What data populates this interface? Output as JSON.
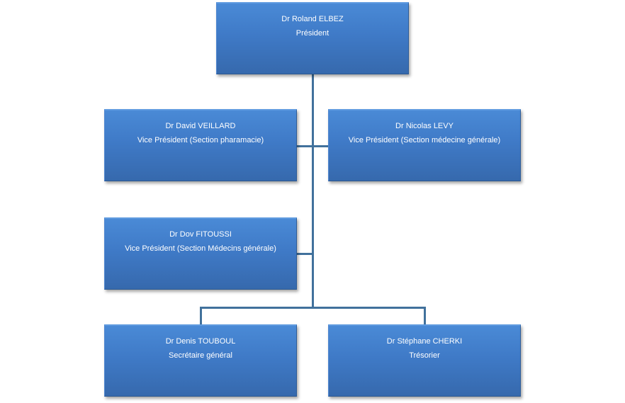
{
  "org_chart": {
    "president": {
      "name": "Dr Roland ELBEZ",
      "role": "Président"
    },
    "vp_pharmacie": {
      "name": "Dr David VEILLARD",
      "role": "Vice Président (Section pharamacie)"
    },
    "vp_medecine": {
      "name": "Dr Nicolas LEVY",
      "role": "Vice Président (Section médecine  générale)"
    },
    "vp_medecins": {
      "name": "Dr Dov FITOUSSI",
      "role": "Vice Président (Section Médecins générale)"
    },
    "secretaire": {
      "name": "Dr Denis TOUBOUL",
      "role": "Secrétaire général"
    },
    "tresorier": {
      "name": "Dr Stéphane CHERKI",
      "role": "Trésorier"
    }
  },
  "colors": {
    "box": "#3f7ac7",
    "connector": "#41719c"
  }
}
